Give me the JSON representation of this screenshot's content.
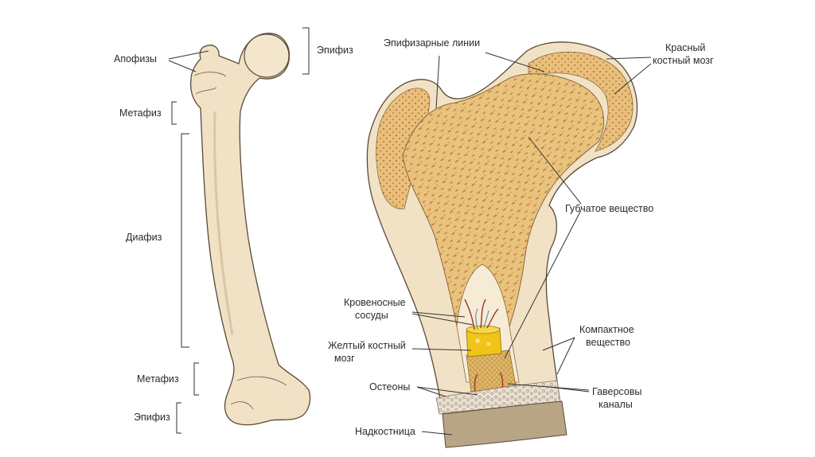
{
  "labels": {
    "apophyses": "Апофизы",
    "epiphysis_top": "Эпифиз",
    "metaphysis_top": "Метафиз",
    "diaphysis": "Диафиз",
    "metaphysis_bottom": "Метафиз",
    "epiphysis_bottom": "Эпифиз",
    "epiphyseal_lines": "Эпифизарные линии",
    "red_marrow_line1": "Красный",
    "red_marrow_line2": "костный мозг",
    "spongy_substance": "Губчатое вещество",
    "blood_vessels_line1": "Кровеносные",
    "blood_vessels_line2": "сосуды",
    "yellow_marrow_line1": "Желтый костный",
    "yellow_marrow_line2": "мозг",
    "compact_line1": "Компактное",
    "compact_line2": "вещество",
    "osteons": "Остеоны",
    "haversian_line1": "Гаверсовы",
    "haversian_line2": "каналы",
    "periosteum": "Надкостница"
  },
  "colors": {
    "bone": "#f1e2c6",
    "bone_outline": "#5a4a38",
    "spongy": "#e9c27e",
    "red_marrow": "#b8452d",
    "yellow_marrow": "#f0c419",
    "periosteum": "#b8a586",
    "vessel": "#a0322a"
  }
}
